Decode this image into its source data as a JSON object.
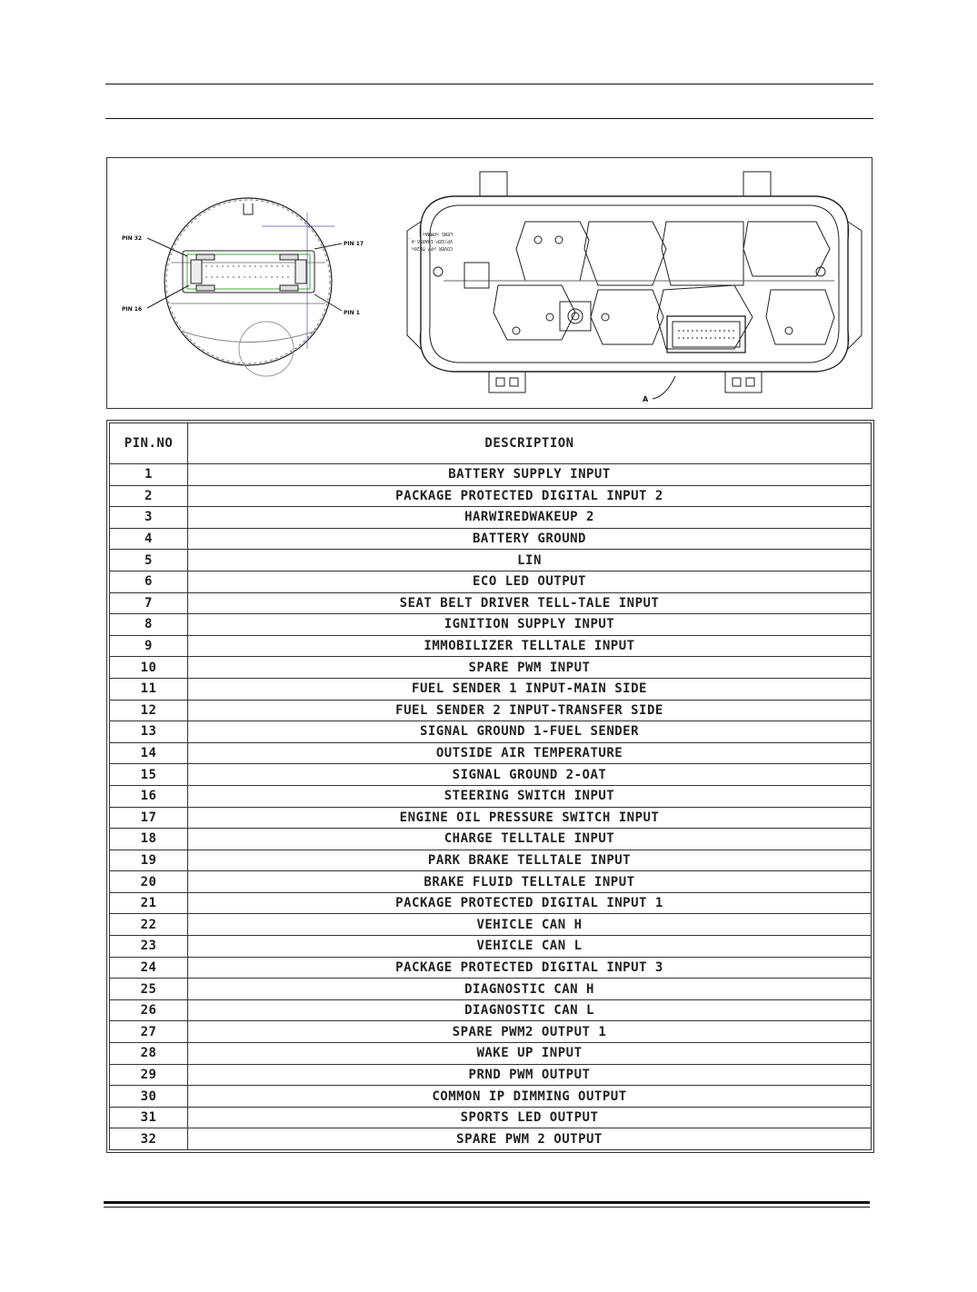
{
  "figure": {
    "pin_labels": [
      "PIN 32",
      "PIN 17",
      "PIN 16",
      "PIN 1"
    ],
    "callout": "A",
    "cluster_text": [
      "COVER >PP TD20<",
      "VP/1EP-10A856-A_",
      "LENS >PMMA<"
    ]
  },
  "table": {
    "header_pin": "PIN.NO",
    "header_desc": "DESCRIPTION",
    "rows": [
      {
        "pin": "1",
        "desc": "BATTERY SUPPLY INPUT"
      },
      {
        "pin": "2",
        "desc": "PACKAGE PROTECTED DIGITAL INPUT 2"
      },
      {
        "pin": "3",
        "desc": "HARWIREDWAKEUP 2"
      },
      {
        "pin": "4",
        "desc": "BATTERY GROUND"
      },
      {
        "pin": "5",
        "desc": "LIN"
      },
      {
        "pin": "6",
        "desc": "ECO LED OUTPUT"
      },
      {
        "pin": "7",
        "desc": "SEAT BELT DRIVER TELL-TALE INPUT"
      },
      {
        "pin": "8",
        "desc": "IGNITION SUPPLY INPUT"
      },
      {
        "pin": "9",
        "desc": "IMMOBILIZER  TELLTALE INPUT"
      },
      {
        "pin": "10",
        "desc": "SPARE PWM INPUT"
      },
      {
        "pin": "11",
        "desc": "FUEL SENDER 1 INPUT-MAIN SIDE"
      },
      {
        "pin": "12",
        "desc": "FUEL SENDER 2 INPUT-TRANSFER SIDE"
      },
      {
        "pin": "13",
        "desc": "SIGNAL GROUND 1-FUEL SENDER"
      },
      {
        "pin": "14",
        "desc": "OUTSIDE AIR TEMPERATURE"
      },
      {
        "pin": "15",
        "desc": "SIGNAL GROUND 2-OAT"
      },
      {
        "pin": "16",
        "desc": "STEERING SWITCH INPUT"
      },
      {
        "pin": "17",
        "desc": "ENGINE OIL PRESSURE SWITCH INPUT"
      },
      {
        "pin": "18",
        "desc": "CHARGE TELLTALE INPUT"
      },
      {
        "pin": "19",
        "desc": "PARK BRAKE TELLTALE INPUT"
      },
      {
        "pin": "20",
        "desc": "BRAKE FLUID TELLTALE INPUT"
      },
      {
        "pin": "21",
        "desc": "PACKAGE PROTECTED DIGITAL INPUT 1"
      },
      {
        "pin": "22",
        "desc": "VEHICLE CAN H"
      },
      {
        "pin": "23",
        "desc": "VEHICLE CAN L"
      },
      {
        "pin": "24",
        "desc": "PACKAGE PROTECTED DIGITAL INPUT 3"
      },
      {
        "pin": "25",
        "desc": "DIAGNOSTIC CAN H"
      },
      {
        "pin": "26",
        "desc": "DIAGNOSTIC CAN L"
      },
      {
        "pin": "27",
        "desc": "SPARE PWM2 OUTPUT 1"
      },
      {
        "pin": "28",
        "desc": "WAKE UP INPUT"
      },
      {
        "pin": "29",
        "desc": "PRND PWM OUTPUT"
      },
      {
        "pin": "30",
        "desc": "COMMON IP DIMMING OUTPUT"
      },
      {
        "pin": "31",
        "desc": "SPORTS LED OUTPUT"
      },
      {
        "pin": "32",
        "desc": "SPARE PWM 2 OUTPUT"
      }
    ]
  }
}
